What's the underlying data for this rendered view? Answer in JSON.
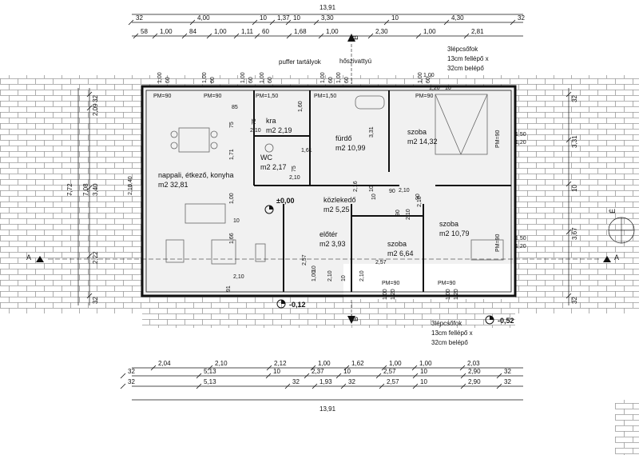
{
  "dimensions": {
    "top_row1": [
      "32",
      "4,00",
      "10",
      "1,37",
      "10",
      "3,30",
      "10",
      "4,30",
      "32"
    ],
    "top_total": "13,91",
    "top_row2": [
      "58",
      "1,00",
      "84",
      "1,00",
      "1,11",
      "60",
      "1,68",
      "1,00",
      "2,30",
      "1,00",
      "2,81"
    ],
    "bottom_row1": [
      "2,04",
      "2,10",
      "2,12",
      "1,00",
      "1,62",
      "1,00",
      "1,00",
      "2,03"
    ],
    "bottom_row2": [
      "32",
      "5,13",
      "10",
      "2,37",
      "10",
      "2,57",
      "10",
      "2,90",
      "32"
    ],
    "bottom_row3": [
      "32",
      "5,13",
      "32",
      "1,93",
      "32",
      "2,57",
      "10",
      "2,90",
      "32"
    ],
    "bottom_total": "13,91",
    "left_outer": [
      "32",
      "2,09",
      "3,40",
      "2,22",
      "32"
    ],
    "left_total": "7,72",
    "left_inner": "7,08",
    "right": [
      "32",
      "3,31",
      "10",
      "3,67",
      "32"
    ]
  },
  "openings": {
    "top_window_heights": [
      "1,00",
      "60",
      "1,00",
      "60",
      "1,00",
      "60",
      "1,00",
      "60",
      "1,00",
      "60",
      "1,00",
      "60",
      "1,00",
      "60"
    ],
    "pm_labels": [
      "PM=90",
      "PM=90",
      "PM=1,50",
      "PM=1,50",
      "PM=90",
      "PM=90",
      "PM=90",
      "PM=90",
      "PM=90"
    ],
    "misc_labels": [
      "75",
      "2,10",
      "75",
      "2,10",
      "1,60",
      "85",
      "75",
      "1,61",
      "3,40",
      "2,10",
      "1,71",
      "1,00",
      "10",
      "1,66",
      "2,10",
      "91",
      "2,57",
      "1,00",
      "2,10",
      "2,16",
      "90",
      "2,10",
      "90",
      "2,10",
      "10",
      "3,31",
      "10",
      "90",
      "2,10",
      "2,57",
      "2,10",
      "1,00",
      "1,20",
      "1,00",
      "1,20",
      "1,50",
      "1,20",
      "1,50",
      "1,20",
      "10",
      "10",
      "10",
      "1,20",
      "1,00"
    ]
  },
  "rooms": [
    {
      "name": "kra",
      "area": "m2 2,19"
    },
    {
      "name": "fürdő",
      "area": "m2 10,99"
    },
    {
      "name": "szoba",
      "area": "m2 14,32"
    },
    {
      "name": "WC",
      "area": "m2 2,17"
    },
    {
      "name": "nappali, étkező, konyha",
      "area": "m2 32,81"
    },
    {
      "name": "közlekedő",
      "area": "m2 5,25"
    },
    {
      "name": "előtér",
      "area": "m2 3,93"
    },
    {
      "name": "szoba",
      "area": "m2 6,64"
    },
    {
      "name": "szoba",
      "area": "m2 10,79"
    }
  ],
  "labels": {
    "puffer": "puffer tartályok",
    "hoszivattyu": "hőszivattyú",
    "stair_top": [
      "3lépcsőfok",
      "13cm fellépő x",
      "32cm belépő"
    ],
    "stair_bottom": [
      "3lépcsőfok",
      "13cm fellépő x",
      "32cm belépő"
    ],
    "level_main": "±0,00",
    "level_entry": "-0,12",
    "level_side": "-0,52",
    "section_A": "A",
    "section_B": "B",
    "north": "É"
  }
}
